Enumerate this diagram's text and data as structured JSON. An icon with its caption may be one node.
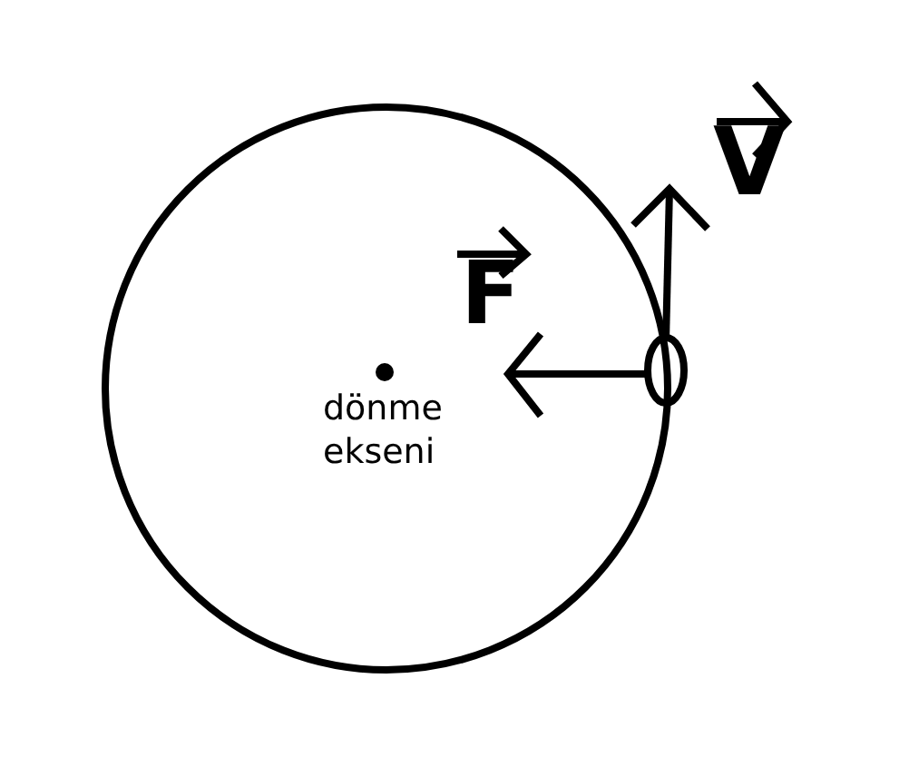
{
  "diagram": {
    "labels": [
      "V",
      "F",
      "dönme ekseni"
    ]
  }
}
